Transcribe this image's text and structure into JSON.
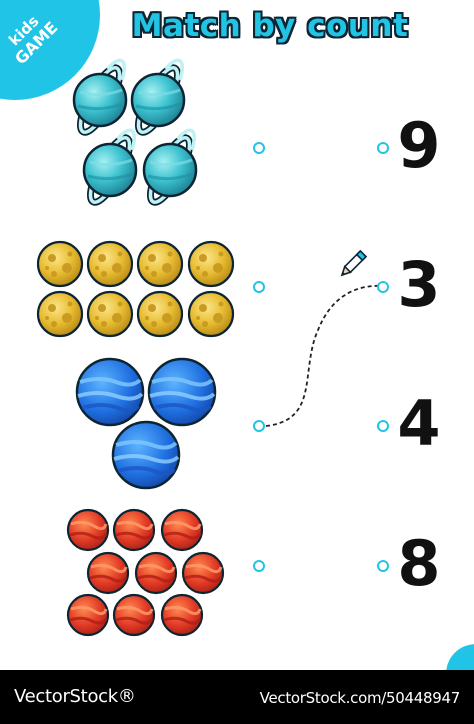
{
  "badge": {
    "line1": "kids",
    "line2": "GAME"
  },
  "title": "Match by count",
  "colors": {
    "accent": "#22c4e4",
    "outline": "#0d2433",
    "number": "#111111"
  },
  "rows": [
    {
      "object": "uranus-planet",
      "count": 4
    },
    {
      "object": "yellow-moon",
      "count": 8
    },
    {
      "object": "blue-neptune-planet",
      "count": 3
    },
    {
      "object": "red-mars-planet",
      "count": 9
    }
  ],
  "numbers": [
    "9",
    "3",
    "4",
    "8"
  ],
  "example_connection": {
    "from_row": 3,
    "to_number": "3"
  },
  "watermark": {
    "brand": "VectorStock®",
    "url": "VectorStock.com/50448947"
  }
}
